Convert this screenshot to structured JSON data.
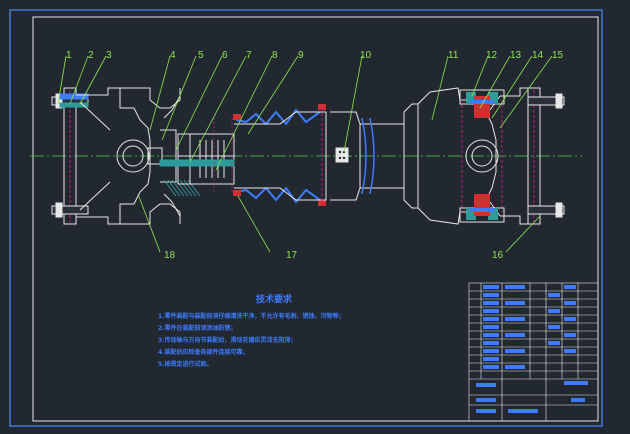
{
  "colors": {
    "background": "#212830",
    "frame": "#4f8bff",
    "inner_frame": "#e8e8e8",
    "outline": "#e8e8e8",
    "callout": "#8ee84e",
    "centerline": "#4fd24f",
    "hidden_edge": "#c2157f",
    "hatch": "#2f9a9a",
    "spring": "#3d7cff",
    "seal_red": "#d23030",
    "text_blue": "#3d7cff"
  },
  "callouts": [
    "1",
    "2",
    "3",
    "4",
    "5",
    "6",
    "7",
    "8",
    "9",
    "10",
    "11",
    "12",
    "13",
    "14",
    "15",
    "16",
    "17",
    "18"
  ],
  "requirements": {
    "title": "技术要求",
    "lines": [
      "1.零件装配与装配前须仔细清洗干净，不允许有毛刺、锈蚀、污物等；",
      "2.零件在装配前须涂油防锈；",
      "3.传动轴与万向节装配后，滑动花键应灵活无阻滞；",
      "4.装配后应检查各部件连接可靠；",
      "5.按规定进行试验。"
    ]
  }
}
